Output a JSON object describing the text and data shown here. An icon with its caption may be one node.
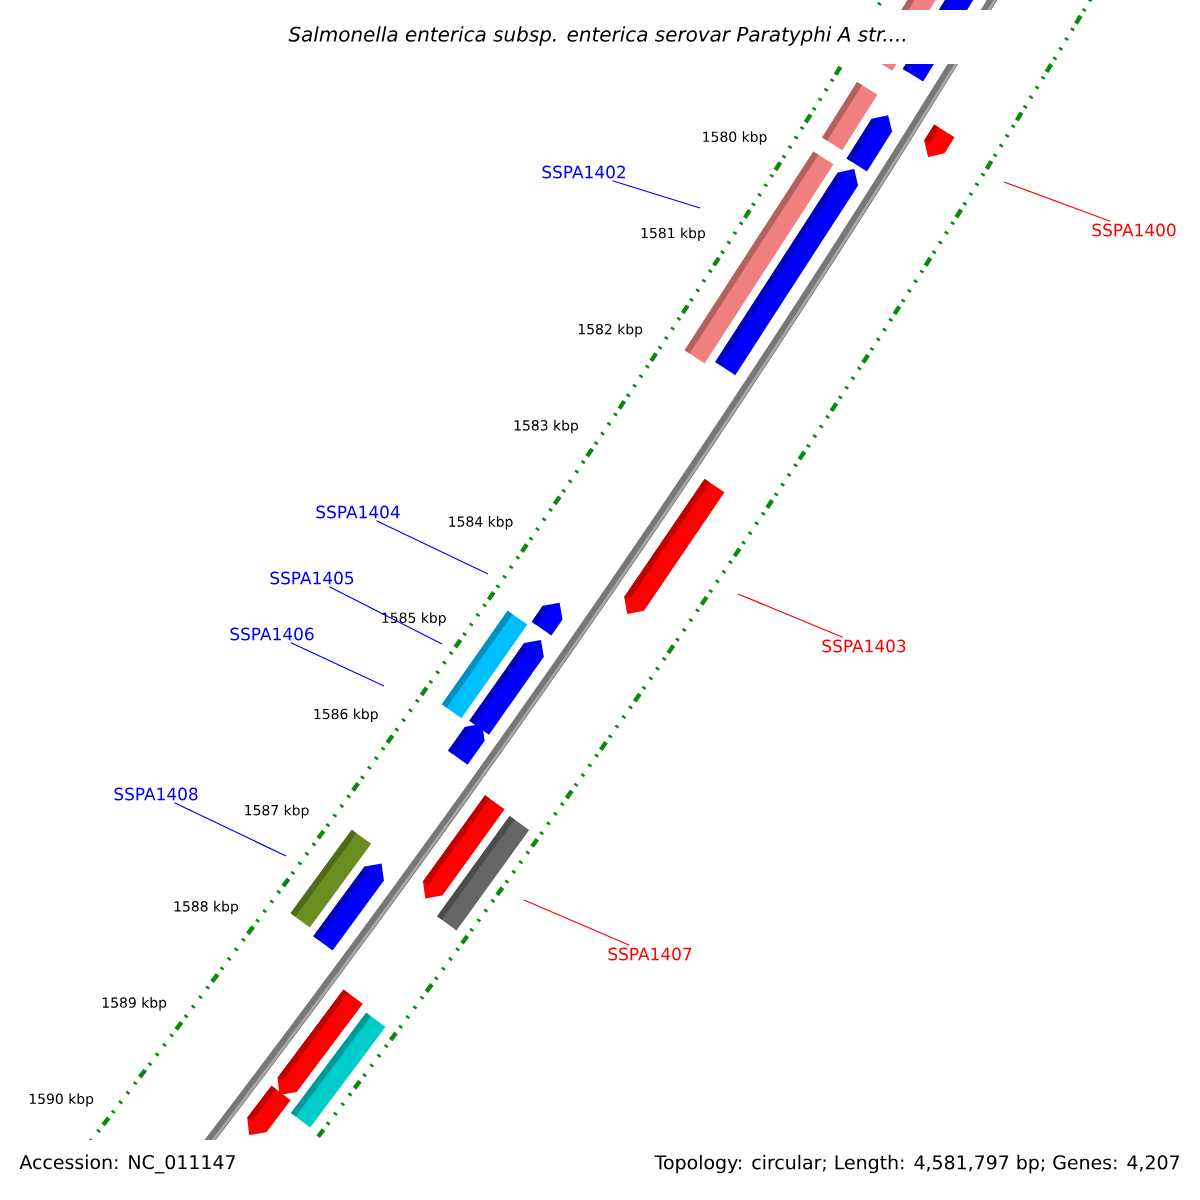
{
  "diagram": {
    "title": "Salmonella enterica subsp. enterica serovar Paratyphi A str....",
    "nodes": [
      {
        "text": [
          "SSPA1402"
        ]
      },
      {
        "text": [
          "SSPA1400"
        ]
      },
      {
        "text": [
          "SSPA1404"
        ]
      },
      {
        "text": [
          "SSPA1405"
        ]
      },
      {
        "text": [
          "SSPA1406"
        ]
      },
      {
        "text": [
          "SSPA1403"
        ]
      },
      {
        "text": [
          "SSPA1408"
        ]
      },
      {
        "text": [
          "SSPA1407"
        ]
      }
    ],
    "edges": [
      {
        "from": 0,
        "to": null,
        "arrow": "none"
      },
      {
        "from": 1,
        "to": null,
        "arrow": "none",
        "color": "#ff0000"
      },
      {
        "from": 2,
        "to": null,
        "arrow": "none"
      },
      {
        "from": 3,
        "to": null,
        "arrow": "none"
      },
      {
        "from": 4,
        "to": null,
        "arrow": "none"
      },
      {
        "from": 5,
        "to": null,
        "arrow": "none",
        "color": "#ff0000"
      },
      {
        "from": 6,
        "to": null,
        "arrow": "none"
      },
      {
        "from": 7,
        "to": null,
        "arrow": "none",
        "color": "#ff0000"
      }
    ],
    "labels": [
      "1580 kbp",
      "1581 kbp",
      "1582 kbp",
      "1583 kbp",
      "1584 kbp",
      "1585 kbp",
      "1586 kbp",
      "1587 kbp",
      "1588 kbp",
      "1589 kbp",
      "1590 kbp",
      "Accession: NC_011147",
      "Topology: circular; Length: 4,581,797 bp; Genes: 4,207"
    ]
  }
}
